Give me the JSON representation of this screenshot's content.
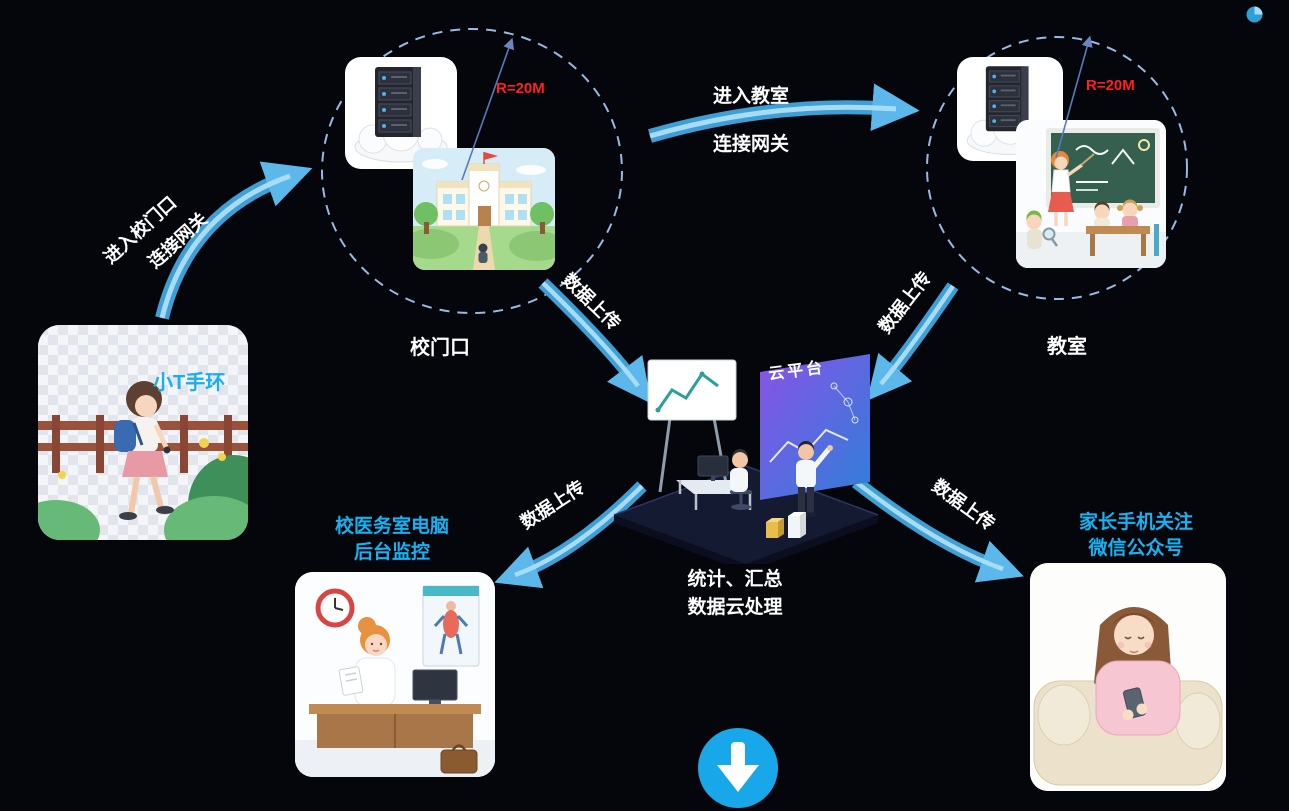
{
  "colors": {
    "background": "#05060c",
    "arrow_blue": "#3d9fd6",
    "arrow_highlight": "#a8dcf5",
    "arrow_head": "#5cb8ea",
    "dashed_circle": "#9db8e0",
    "caption_cyan": "#16b2f2",
    "radius_red": "#ff2020",
    "button_blue": "#18a7e8",
    "board_gradient_start": "#8a52e8",
    "board_gradient_end": "#2f7fd8"
  },
  "icons": {
    "down_button": "down-arrow",
    "corner_decor": "pie-chart"
  },
  "nodes": {
    "bracelet": {
      "label": "小T手环"
    },
    "gate": {
      "caption": "校门口",
      "radius": "R=20M"
    },
    "classroom": {
      "caption": "教室",
      "radius": "R=20M"
    },
    "cloud": {
      "board": "云平台",
      "caption_line1": "统计、汇总",
      "caption_line2": "数据云处理"
    },
    "clinic": {
      "caption_line1": "校医务室电脑",
      "caption_line2": "后台监控"
    },
    "parent": {
      "caption_line1": "家长手机关注",
      "caption_line2": "微信公众号"
    }
  },
  "edges": {
    "bracelet_to_gate": {
      "line1": "进入校门口",
      "line2": "连接网关"
    },
    "gate_to_classroom": {
      "line1": "进入教室",
      "line2": "连接网关"
    },
    "gate_to_cloud": {
      "label": "数据上传"
    },
    "classroom_to_cloud": {
      "label": "数据上传"
    },
    "cloud_to_clinic": {
      "label": "数据上传"
    },
    "cloud_to_parent": {
      "label": "数据上传"
    }
  }
}
